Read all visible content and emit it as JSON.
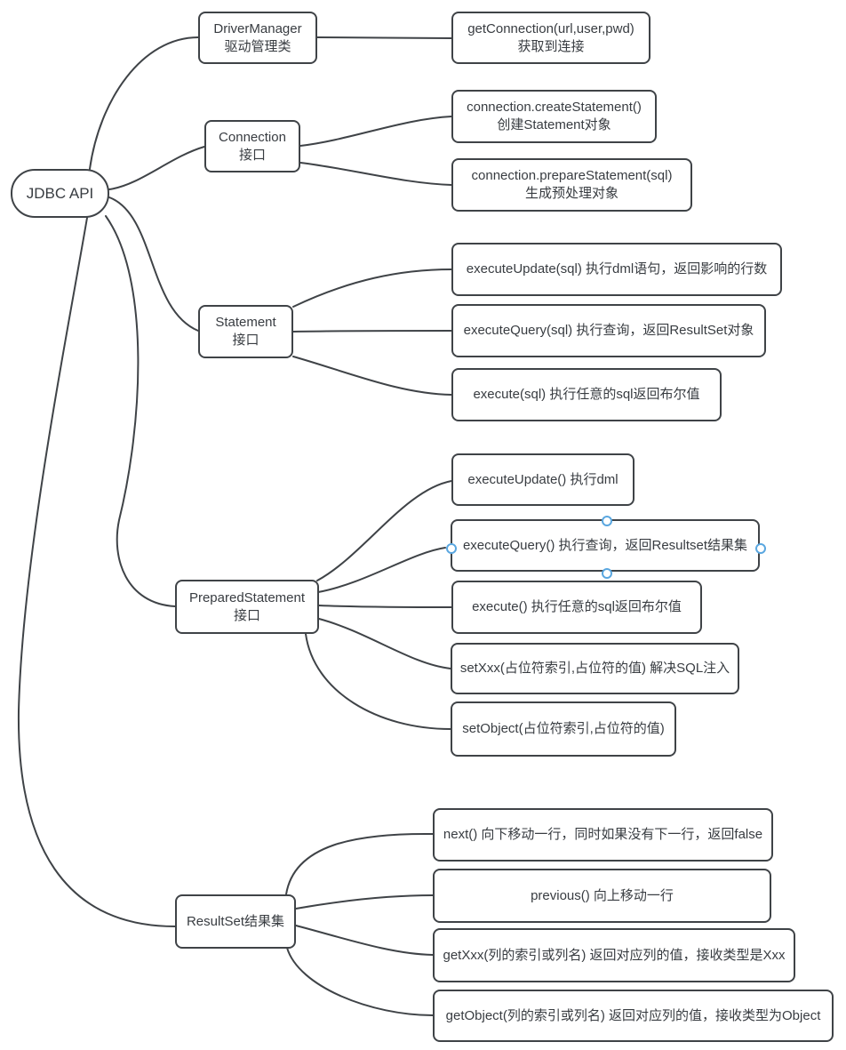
{
  "colors": {
    "line": "#3f4347",
    "border": "#3f4347",
    "text": "#383c41",
    "handle": "#5aa7e0",
    "bg": "#ffffff"
  },
  "root": {
    "label": "JDBC API"
  },
  "branches": [
    {
      "label_lines": [
        "DriverManager",
        "驱动管理类"
      ],
      "children": [
        {
          "label_lines": [
            "getConnection(url,user,pwd)",
            "获取到连接"
          ]
        }
      ]
    },
    {
      "label_lines": [
        "Connection",
        "接口"
      ],
      "children": [
        {
          "label_lines": [
            "connection.createStatement()",
            "创建Statement对象"
          ]
        },
        {
          "label_lines": [
            "connection.prepareStatement(sql)",
            "生成预处理对象"
          ]
        }
      ]
    },
    {
      "label_lines": [
        "Statement",
        "接口"
      ],
      "children": [
        {
          "label_lines": [
            "executeUpdate(sql) 执行dml语句，返回影响的行数"
          ]
        },
        {
          "label_lines": [
            "executeQuery(sql) 执行查询，返回ResultSet对象"
          ]
        },
        {
          "label_lines": [
            "execute(sql) 执行任意的sql返回布尔值"
          ]
        }
      ]
    },
    {
      "label_lines": [
        "PreparedStatement",
        "接口"
      ],
      "children": [
        {
          "label_lines": [
            "executeUpdate() 执行dml"
          ]
        },
        {
          "label_lines": [
            "executeQuery() 执行查询，返回Resultset结果集"
          ],
          "selected": true
        },
        {
          "label_lines": [
            "execute() 执行任意的sql返回布尔值"
          ]
        },
        {
          "label_lines": [
            "setXxx(占位符索引,占位符的值) 解决SQL注入"
          ]
        },
        {
          "label_lines": [
            "setObject(占位符索引,占位符的值)"
          ]
        }
      ]
    },
    {
      "label_lines": [
        "ResultSet结果集"
      ],
      "children": [
        {
          "label_lines": [
            "next() 向下移动一行，同时如果没有下一行，返回false"
          ]
        },
        {
          "label_lines": [
            "previous() 向上移动一行"
          ]
        },
        {
          "label_lines": [
            "getXxx(列的索引或列名) 返回对应列的值，接收类型是Xxx"
          ]
        },
        {
          "label_lines": [
            "getObject(列的索引或列名) 返回对应列的值，接收类型为Object"
          ]
        }
      ]
    }
  ]
}
